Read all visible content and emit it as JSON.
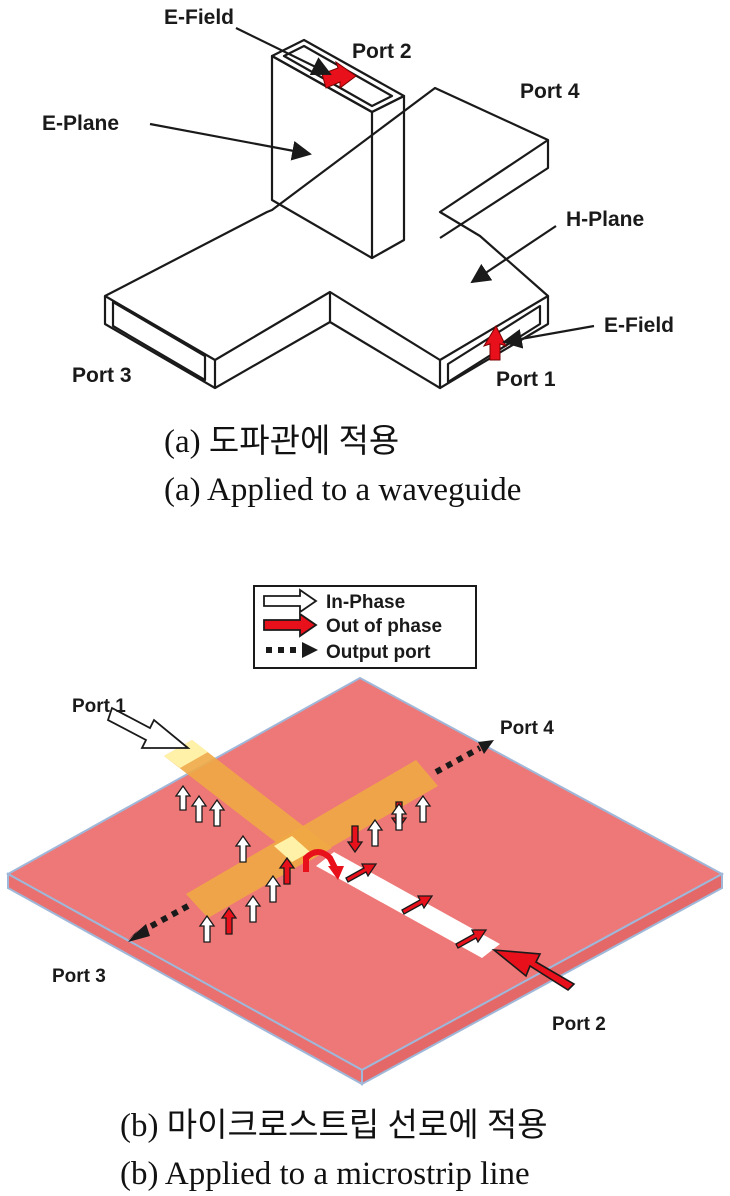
{
  "figure_a": {
    "labels": {
      "e_field_top": "E-Field",
      "port2": "Port 2",
      "e_plane": "E-Plane",
      "port4": "Port 4",
      "h_plane": "H-Plane",
      "e_field_right": "E-Field",
      "port3": "Port 3",
      "port1": "Port 1"
    },
    "caption_kr": "(a) 도파관에 적용",
    "caption_en": "(a) Applied to a waveguide"
  },
  "figure_b": {
    "legend": {
      "in_phase": "In-Phase",
      "out_of_phase": "Out of phase",
      "output_port": "Output port"
    },
    "labels": {
      "port1": "Port 1",
      "port4": "Port 4",
      "port3": "Port 3",
      "port2": "Port 2"
    },
    "caption_kr": "(b) 마이크로스트립 선로에 적용",
    "caption_en": "(b) Applied to a microstrip line"
  },
  "colors": {
    "red_arrow": "#e8101a",
    "substrate": "#ee7777",
    "strip": "#f0a845",
    "port_pad": "#fff2a8",
    "slot": "#ffffff"
  }
}
